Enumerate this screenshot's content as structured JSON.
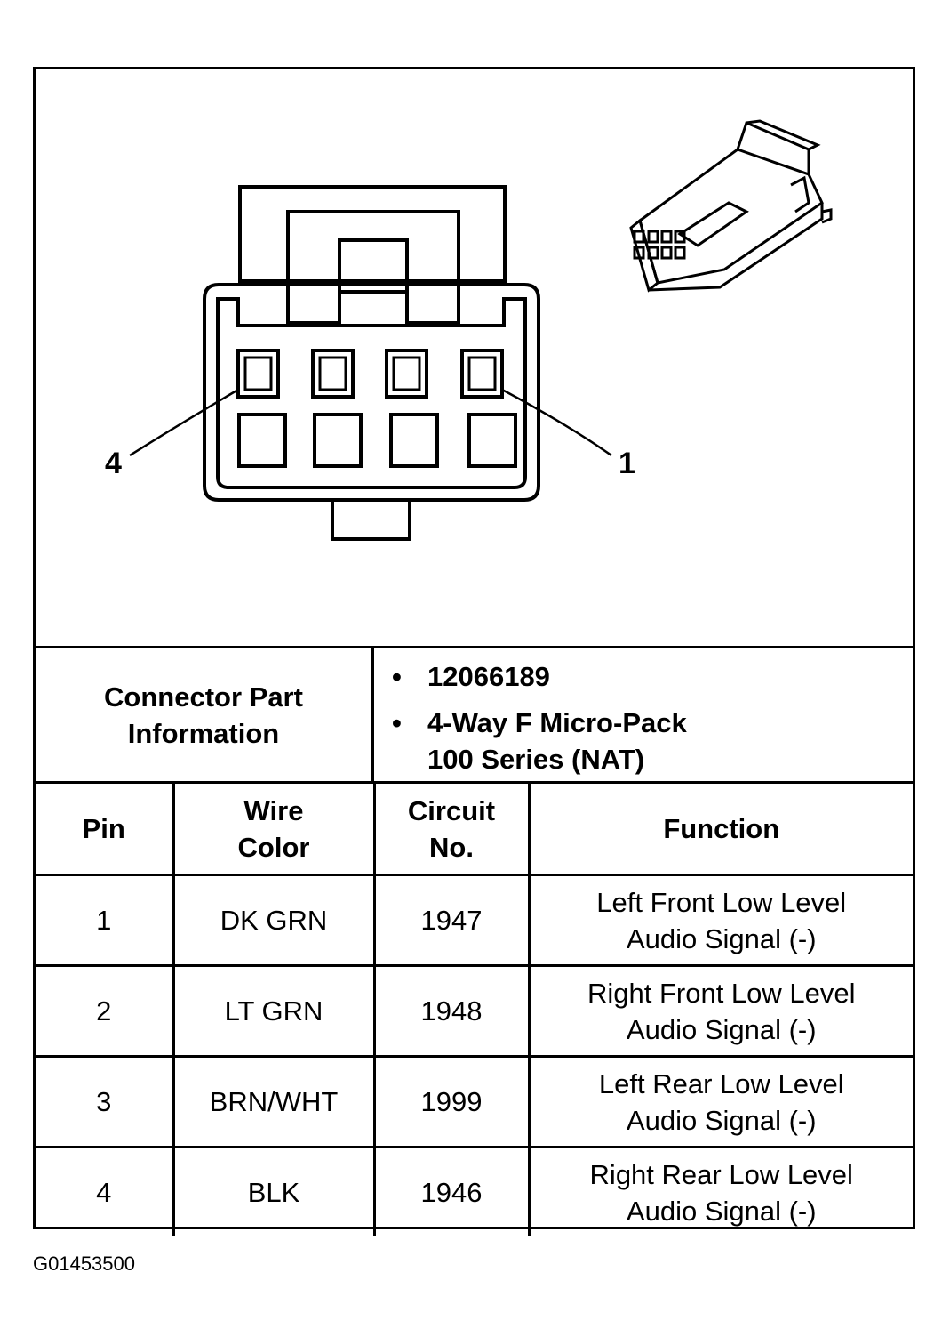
{
  "connector_diagram": {
    "pin_callouts": [
      "4",
      "1"
    ]
  },
  "connector_info": {
    "label_line1": "Connector Part",
    "label_line2": "Information",
    "part_number": "12066189",
    "description_line1": "4-Way F Micro-Pack",
    "description_line2": "100 Series (NAT)",
    "bullet": "•"
  },
  "table": {
    "headers": {
      "pin": "Pin",
      "wire_color_line1": "Wire",
      "wire_color_line2": "Color",
      "circuit_line1": "Circuit",
      "circuit_line2": "No.",
      "function": "Function"
    },
    "rows": [
      {
        "pin": "1",
        "wire_color": "DK GRN",
        "circuit": "1947",
        "function_line1": "Left Front Low Level",
        "function_line2": "Audio Signal (-)"
      },
      {
        "pin": "2",
        "wire_color": "LT GRN",
        "circuit": "1948",
        "function_line1": "Right Front Low Level",
        "function_line2": "Audio Signal (-)"
      },
      {
        "pin": "3",
        "wire_color": "BRN/WHT",
        "circuit": "1999",
        "function_line1": "Left Rear Low Level",
        "function_line2": "Audio Signal (-)"
      },
      {
        "pin": "4",
        "wire_color": "BLK",
        "circuit": "1946",
        "function_line1": "Right Rear Low Level",
        "function_line2": "Audio Signal (-)"
      }
    ]
  },
  "figure_id": "G01453500"
}
